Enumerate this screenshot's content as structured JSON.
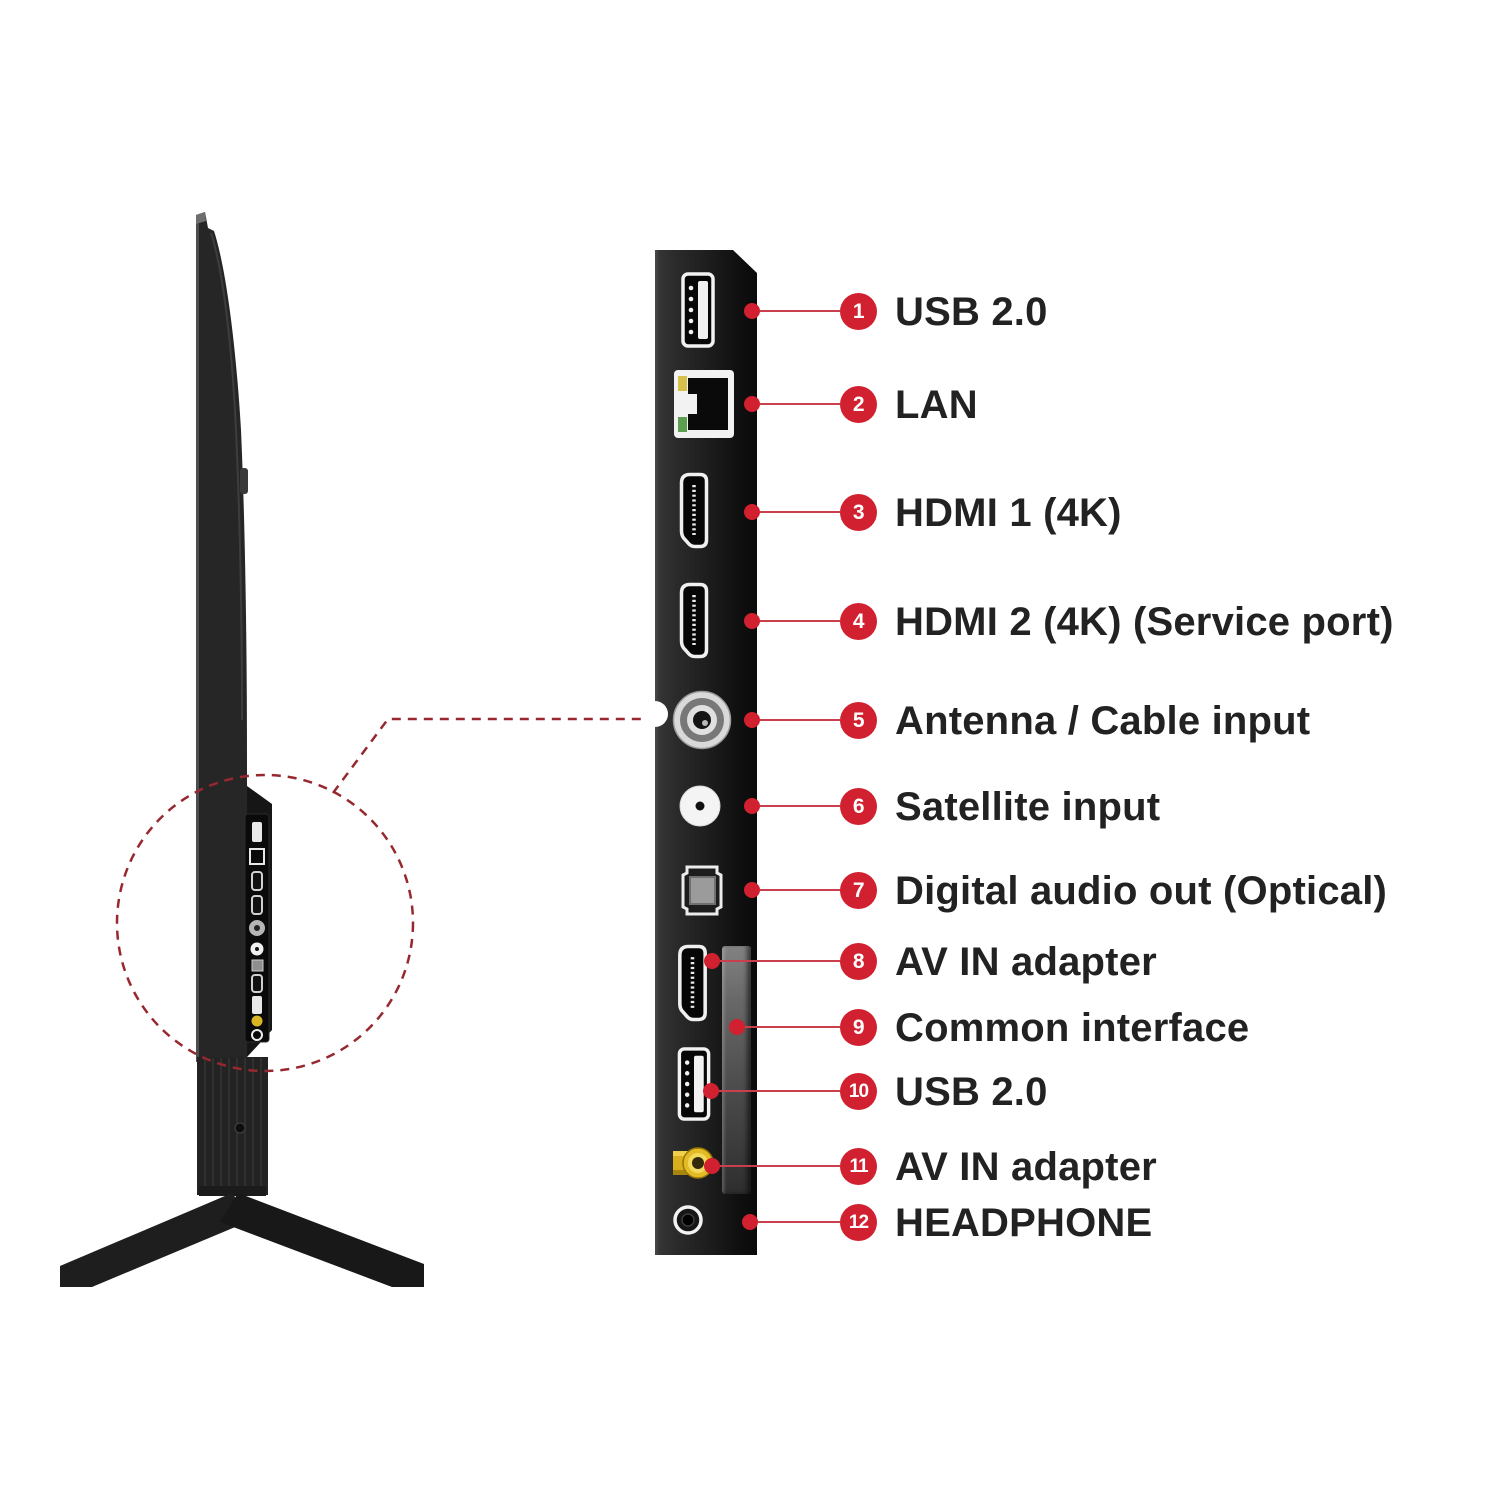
{
  "figure": {
    "subject": "tv-side-profile-and-rear-port-panel-diagram",
    "accent_color": "#d1202f",
    "leader_line_color": "#c9404c",
    "dashed_outline_color": "#97282f",
    "label_text_color": "#222222",
    "panel_color": "#1c1c1c"
  },
  "callouts": [
    {
      "number": "1",
      "label": "USB 2.0",
      "port_icon": "usb-a-port-icon"
    },
    {
      "number": "2",
      "label": "LAN",
      "port_icon": "rj45-lan-port-icon"
    },
    {
      "number": "3",
      "label": "HDMI 1 (4K)",
      "port_icon": "hdmi-port-icon"
    },
    {
      "number": "4",
      "label": "HDMI 2 (4K) (Service port)",
      "port_icon": "hdmi-port-icon"
    },
    {
      "number": "5",
      "label": "Antenna / Cable input",
      "port_icon": "coax-antenna-port-icon"
    },
    {
      "number": "6",
      "label": "Satellite input",
      "port_icon": "satellite-port-icon"
    },
    {
      "number": "7",
      "label": "Digital audio out (Optical)",
      "port_icon": "optical-toslink-port-icon"
    },
    {
      "number": "8",
      "label": "AV IN adapter",
      "port_icon": "hdmi-port-icon"
    },
    {
      "number": "9",
      "label": "Common interface",
      "port_icon": "ci-slot-icon"
    },
    {
      "number": "10",
      "label": "USB 2.0",
      "port_icon": "usb-a-port-icon"
    },
    {
      "number": "11",
      "label": "AV IN adapter",
      "port_icon": "rca-jack-icon"
    },
    {
      "number": "12",
      "label": "HEADPHONE",
      "port_icon": "headphone-jack-icon"
    }
  ]
}
